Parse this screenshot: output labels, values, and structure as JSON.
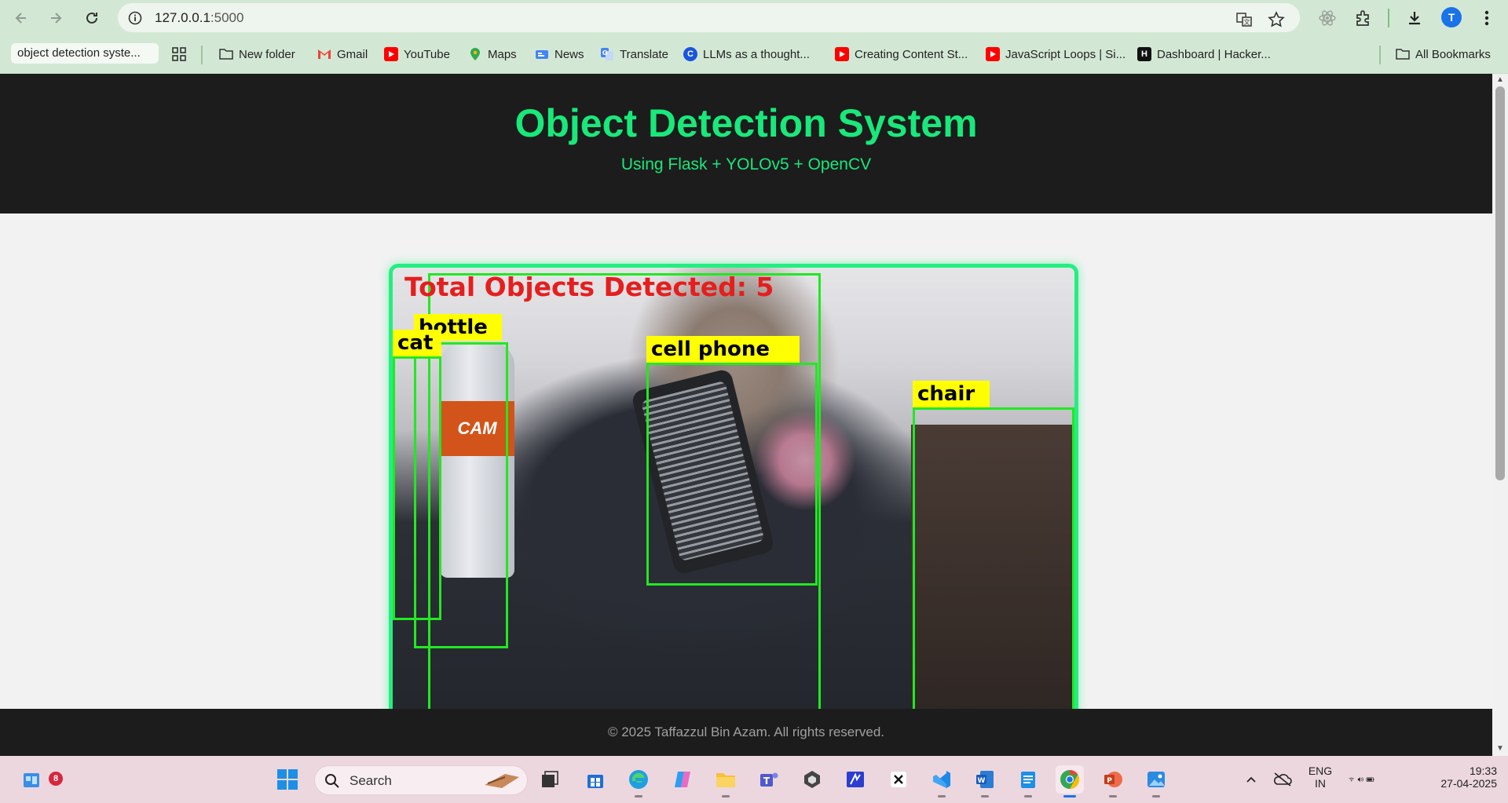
{
  "browser": {
    "url_host": "127.0.0.1",
    "url_port": ":5000",
    "avatar_letter": "T",
    "tab_title": "object detection syste...",
    "bookmarks": [
      {
        "label": "New folder",
        "icon": "folder-icon"
      },
      {
        "label": "Gmail",
        "icon": "gmail-icon",
        "color": "#ea4335"
      },
      {
        "label": "YouTube",
        "icon": "youtube-icon",
        "color": "#ff0000"
      },
      {
        "label": "Maps",
        "icon": "maps-icon",
        "color": "#34a853"
      },
      {
        "label": "News",
        "icon": "news-icon",
        "color": "#4285f4"
      },
      {
        "label": "Translate",
        "icon": "translate-icon",
        "color": "#4285f4"
      },
      {
        "label": "LLMs as a thought...",
        "icon": "chrome-c-icon",
        "color": "#1a56db"
      },
      {
        "label": "Creating Content St...",
        "icon": "youtube-icon",
        "color": "#ff0000"
      },
      {
        "label": "JavaScript Loops | Si...",
        "icon": "youtube-icon",
        "color": "#ff0000"
      },
      {
        "label": "Dashboard | Hacker...",
        "icon": "hackerrank-icon",
        "color": "#111111"
      }
    ],
    "all_bookmarks_label": "All Bookmarks"
  },
  "page": {
    "title": "Object Detection System",
    "subtitle": "Using Flask + YOLOv5 + OpenCV",
    "detection": {
      "total_label": "Total Objects Detected: 5",
      "labels": {
        "bottle": "bottle",
        "cat": "cat",
        "cell_phone": "cell phone",
        "chair": "chair"
      },
      "bottle_brand": "CAM"
    },
    "footer": "© 2025 Taffazzul Bin Azam. All rights reserved."
  },
  "colors": {
    "accent": "#19e87a",
    "box": "#22e822",
    "label_bg": "#ffff00",
    "count_text": "#e61e1e",
    "header_bg": "#1c1c1c"
  },
  "taskbar": {
    "search_label": "Search",
    "widgets_badge": "8",
    "lang_line1": "ENG",
    "lang_line2": "IN",
    "time": "19:33",
    "date": "27-04-2025"
  }
}
